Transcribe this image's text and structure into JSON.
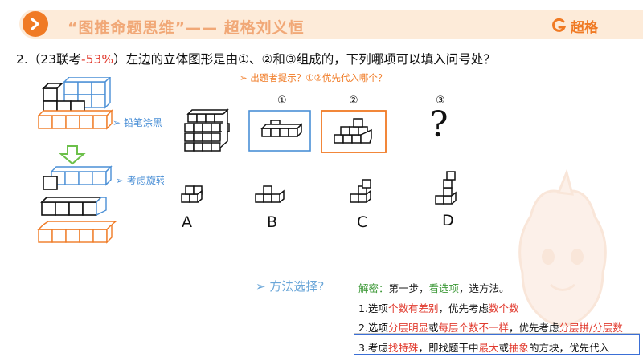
{
  "header": {
    "title": "“图推命题思维”—— 超格刘义恒",
    "brand": "超格",
    "accent": "#f07a24"
  },
  "question": {
    "number": "2.",
    "source_open": "（23联考",
    "accuracy": "-53%",
    "source_close": "）",
    "text": "左边的立体图形是由①、②和③组成的，下列哪项可以填入问号处？"
  },
  "hint": "➢ 出题者提示？①②优先代入哪个？",
  "left": {
    "label_paint": "铅笔涂黑",
    "label_rotate": "考虑旋转"
  },
  "figure": {
    "pieces": [
      "①",
      "②",
      "③"
    ],
    "question_mark": "?",
    "options": [
      "A",
      "B",
      "C",
      "D"
    ]
  },
  "method": {
    "title": "➢ 方法选择?",
    "reveal_label": "解密：",
    "reveal_p1": "第一步，",
    "reveal_p2": "看选项",
    "reveal_p3": "，选方法。",
    "line1": {
      "a": "1.选项",
      "b": "个数有差别",
      "c": "，优先考虑",
      "d": "数个数"
    },
    "line2": {
      "a": "2.选项",
      "b": "分层明显",
      "c": "或",
      "d": "每层个数不一样",
      "e": "，优先考虑",
      "f": "分层拼/分层数"
    },
    "line3": {
      "a": "3.考虑",
      "b": "找特殊",
      "c": "，即找题干中",
      "d": "最大",
      "e": "或",
      "f": "抽象",
      "g": "的方块，优先代入"
    }
  }
}
